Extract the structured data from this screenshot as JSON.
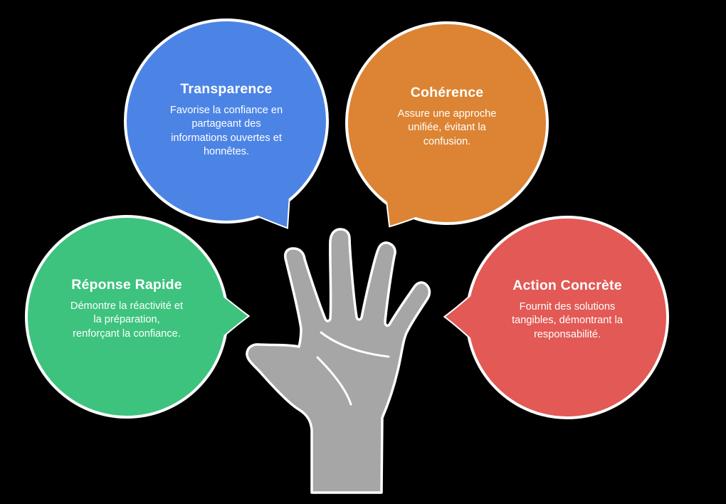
{
  "figure": {
    "type": "infographic-diagram",
    "background_color": "#000000",
    "outline_color": "#ffffff",
    "text_color": "#ffffff",
    "center_icon": "open-hand-icon"
  },
  "hand": {
    "color": "#a6a6a6"
  },
  "bubbles": [
    {
      "id": "transparence",
      "title": "Transparence",
      "body": "Favorise la confiance en\npartageant des\ninformations ouvertes et\nhonnêtes.",
      "color": "#4c84e6"
    },
    {
      "id": "coherence",
      "title": "Cohérence",
      "body": "Assure une approche\nunifiée, évitant la\nconfusion.",
      "color": "#dc8433"
    },
    {
      "id": "reponse-rapide",
      "title": "Réponse Rapide",
      "body": "Démontre la réactivité et\nla préparation,\nrenforçant la confiance.",
      "color": "#3dc37e"
    },
    {
      "id": "action-concrete",
      "title": "Action Concrète",
      "body": "Fournit des solutions\ntangibles, démontrant la\nresponsabilité.",
      "color": "#e25955"
    }
  ]
}
